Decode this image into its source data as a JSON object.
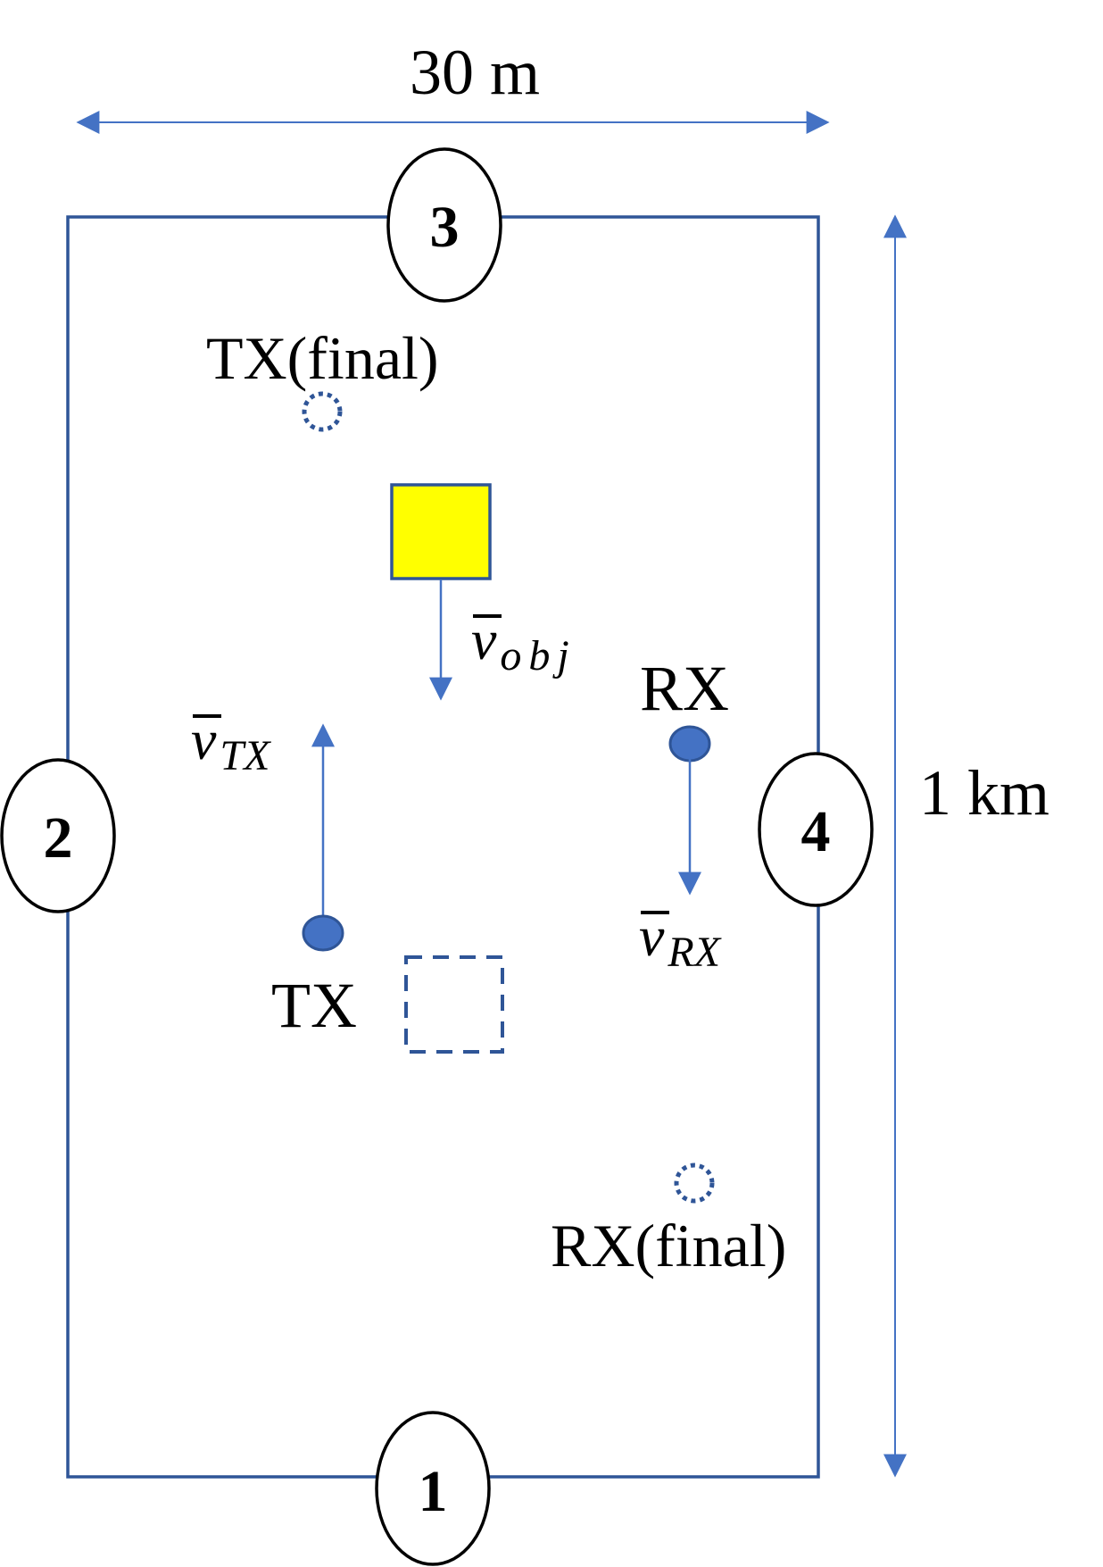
{
  "dimensions": {
    "width_label": "30 m",
    "length_label": "1 km"
  },
  "ports": [
    {
      "id": "port-1",
      "label": "1"
    },
    {
      "id": "port-2",
      "label": "2"
    },
    {
      "id": "port-3",
      "label": "3"
    },
    {
      "id": "port-4",
      "label": "4"
    }
  ],
  "nodes": {
    "tx_label": "TX",
    "tx_final_label": "TX(final)",
    "rx_label": "RX",
    "rx_final_label": "RX(final)"
  },
  "velocities": {
    "symbol": "v",
    "obj_sub": "obj",
    "tx_sub": "TX",
    "rx_sub": "RX"
  },
  "colors": {
    "frame": "#2F5597",
    "arrow": "#4472C4",
    "node_fill": "#4472C4",
    "object_fill": "#FFFF00"
  }
}
